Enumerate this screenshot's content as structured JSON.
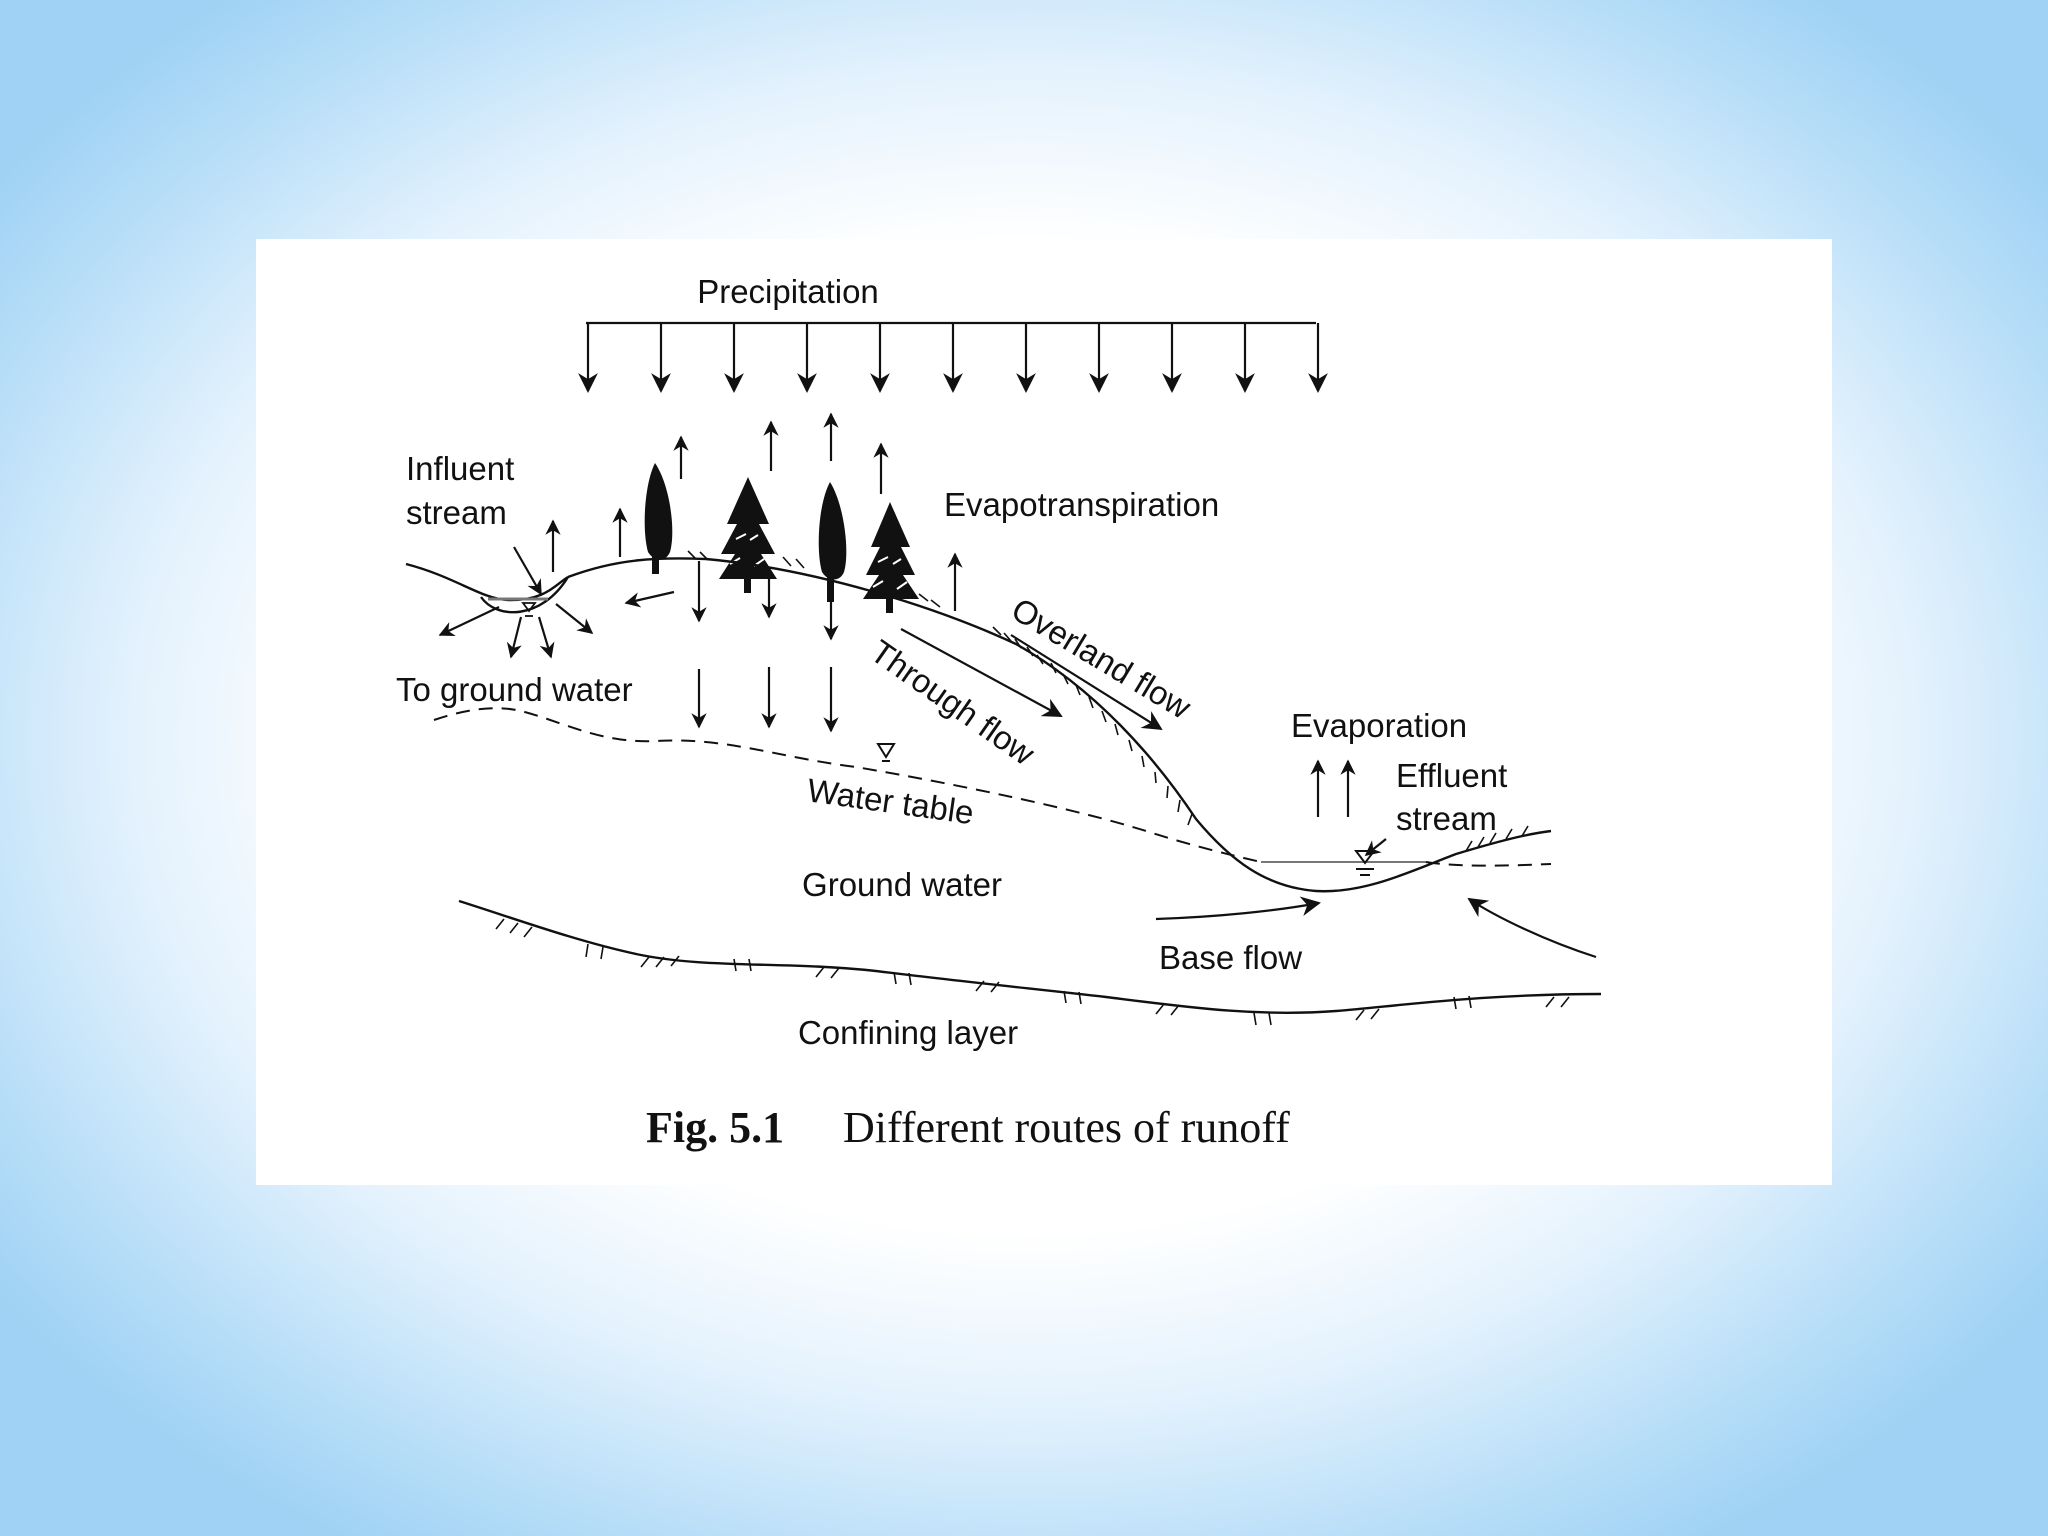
{
  "diagram": {
    "labels": {
      "precipitation": "Precipitation",
      "influent_line1": "Influent",
      "influent_line2": "stream",
      "evapotranspiration": "Evapotranspiration",
      "to_ground_water": "To ground water",
      "overland_flow": "Overland flow",
      "through_flow": "Through flow",
      "water_table": "Water table",
      "evaporation": "Evaporation",
      "effluent_line1": "Effluent",
      "effluent_line2": "stream",
      "ground_water": "Ground water",
      "base_flow": "Base flow",
      "confining_layer": "Confining layer"
    },
    "caption": {
      "number": "Fig. 5.1",
      "text": "Different routes of runoff"
    },
    "colors": {
      "page_edge": "#9fd2f4",
      "ink": "#111111",
      "card": "#ffffff"
    }
  }
}
